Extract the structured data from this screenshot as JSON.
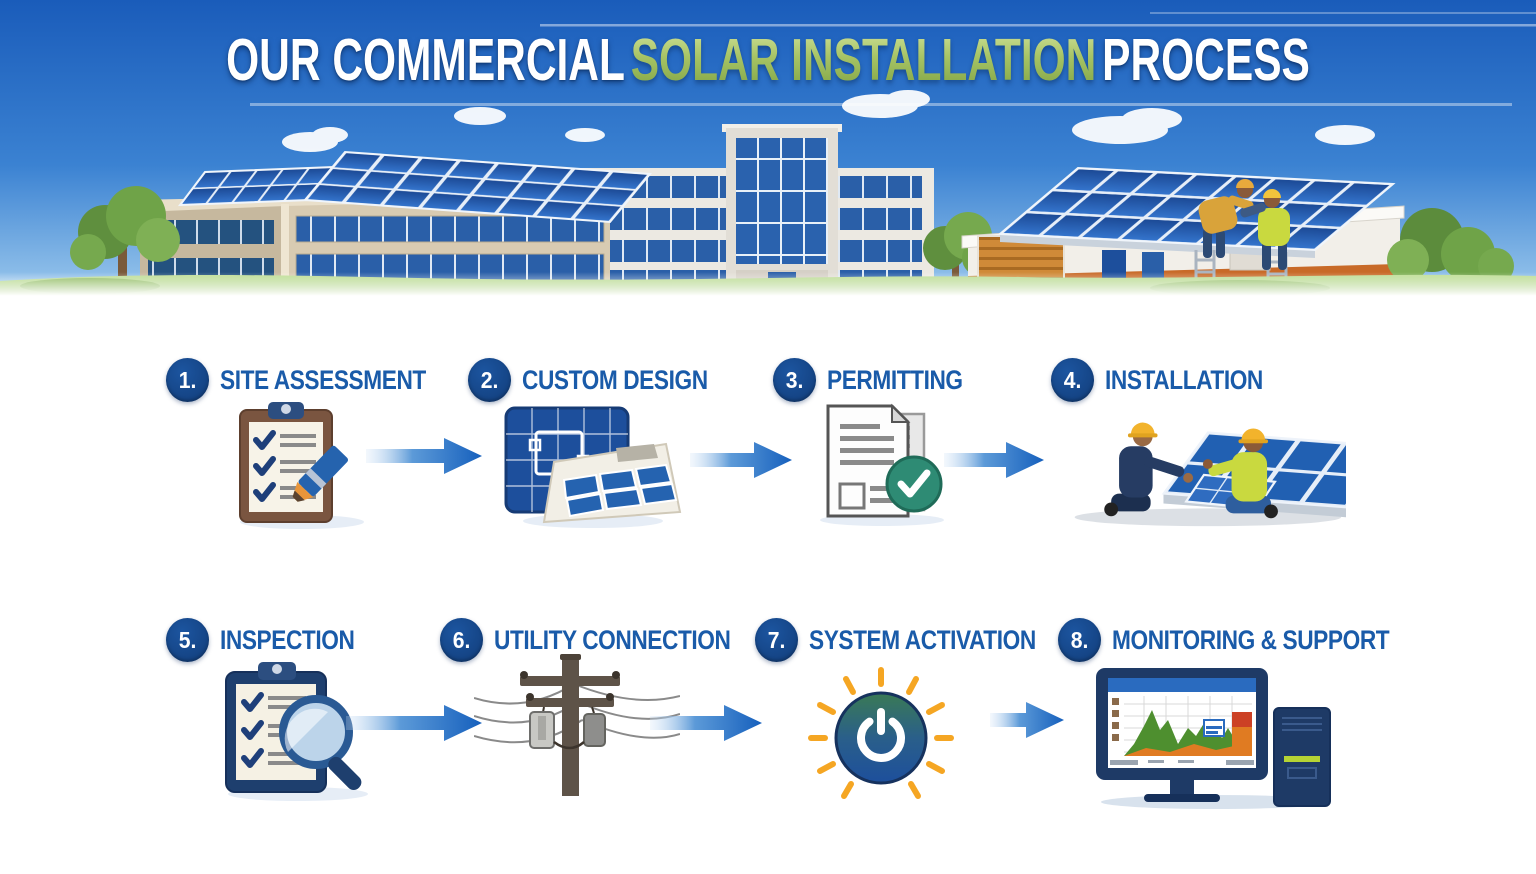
{
  "title": {
    "part1": "OUR COMMERCIAL",
    "part2": "SOLAR INSTALLATION",
    "part3": "PROCESS"
  },
  "steps": [
    {
      "number": "1.",
      "label": "SITE ASSESSMENT",
      "icon": "clipboard-pencil-icon"
    },
    {
      "number": "2.",
      "label": "CUSTOM DESIGN",
      "icon": "blueprint-solar-icon"
    },
    {
      "number": "3.",
      "label": "PERMITTING",
      "icon": "document-approved-icon"
    },
    {
      "number": "4.",
      "label": "INSTALLATION",
      "icon": "workers-installing-icon"
    },
    {
      "number": "5.",
      "label": "INSPECTION",
      "icon": "clipboard-magnifier-icon"
    },
    {
      "number": "6.",
      "label": "UTILITY CONNECTION",
      "icon": "utility-pole-icon"
    },
    {
      "number": "7.",
      "label": "SYSTEM ACTIVATION",
      "icon": "power-button-icon"
    },
    {
      "number": "8.",
      "label": "MONITORING & SUPPORT",
      "icon": "computer-monitoring-icon"
    }
  ],
  "colors": {
    "badge_navy": "#12417f",
    "label_blue": "#1a5ba9",
    "arrow_blue": "#1660bd",
    "title_green": "#9cbf58",
    "approved_green": "#2e8b74",
    "ray_orange": "#f5a623",
    "sky_blue": "#2a72c8",
    "panel_blue": "#1d4f9c"
  }
}
